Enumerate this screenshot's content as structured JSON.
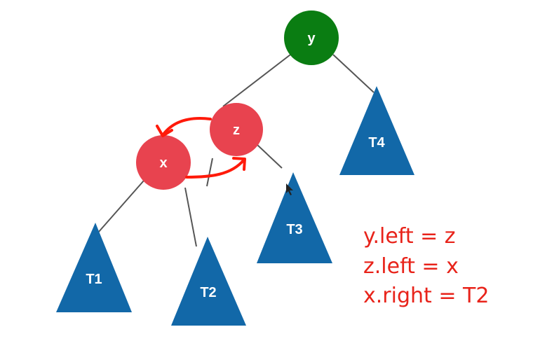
{
  "nodes": {
    "y": {
      "label": "y",
      "color": "#0a7d12"
    },
    "z": {
      "label": "z",
      "color": "#e8434f"
    },
    "x": {
      "label": "x",
      "color": "#e8434f"
    }
  },
  "subtrees": {
    "t1": {
      "label": "T1"
    },
    "t2": {
      "label": "T2"
    },
    "t3": {
      "label": "T3"
    },
    "t4": {
      "label": "T4"
    }
  },
  "colors": {
    "subtree": "#1268a8",
    "edge": "#555555",
    "arrow": "#ff1a0a",
    "annotation": "#e8231a"
  },
  "annotations": [
    "y.left = z",
    "z.left = x",
    "x.right = T2"
  ]
}
